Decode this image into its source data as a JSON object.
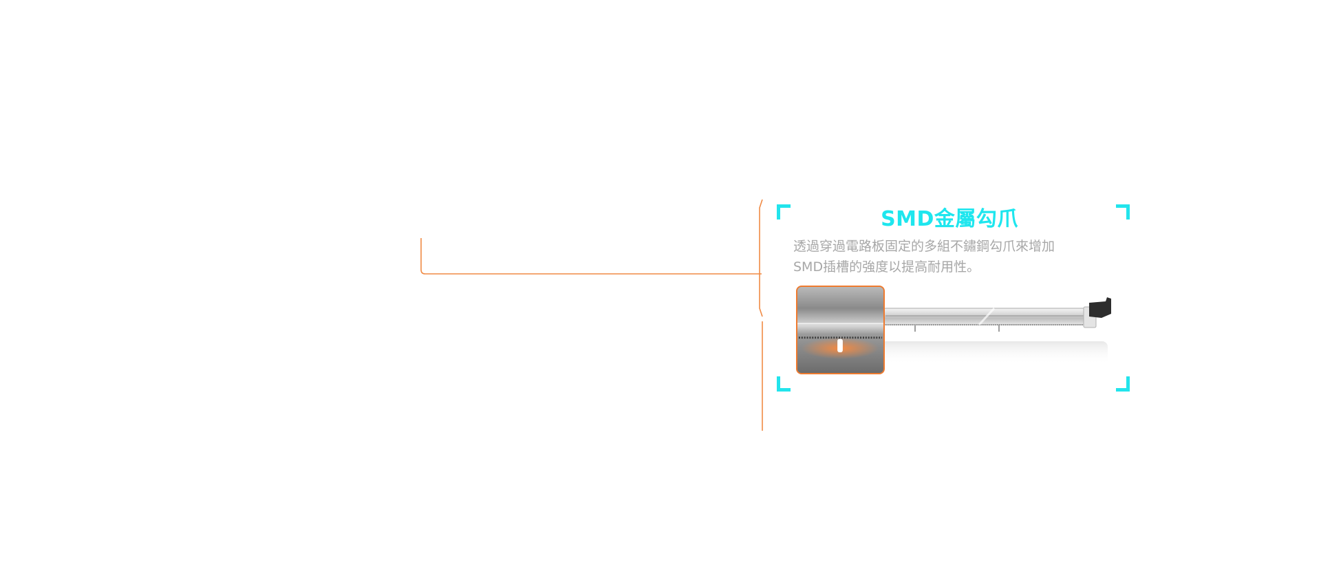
{
  "feature": {
    "title": "SMD金屬勾爪",
    "description_lines": [
      "透過穿過電路板固定的多組不鏽鋼勾爪來增加",
      "SMD插槽的強度以提高耐用性。"
    ]
  },
  "colors": {
    "accent_orange": "#ef7a2e",
    "accent_cyan": "#22e4ec",
    "body_text": "#a7a7a7"
  },
  "icons": {
    "corner_brackets": "cyan-corner-bracket-icon",
    "product": "pcie-slot-with-metal-claw-illustration"
  }
}
